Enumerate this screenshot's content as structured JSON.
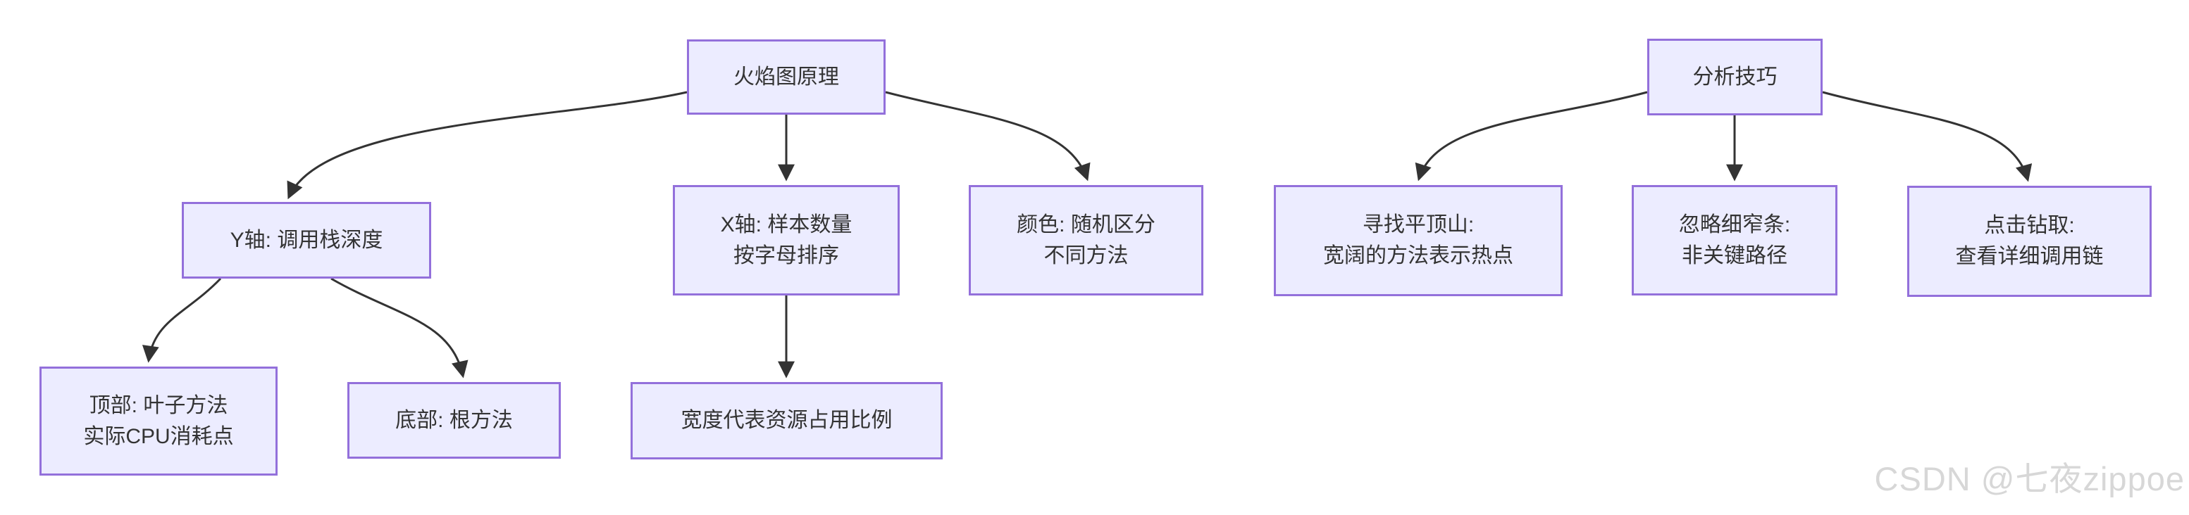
{
  "diagram": {
    "type": "flowchart-tree",
    "direction": "top-down",
    "trees": [
      {
        "root": "flame_root",
        "children_of_root": [
          "y_axis",
          "x_axis",
          "color_node"
        ]
      },
      {
        "root": "analysis_root",
        "children_of_root": [
          "plateau",
          "narrow",
          "drill"
        ]
      }
    ],
    "edges": [
      {
        "from": "flame_root",
        "to": "y_axis"
      },
      {
        "from": "flame_root",
        "to": "x_axis"
      },
      {
        "from": "flame_root",
        "to": "color_node"
      },
      {
        "from": "y_axis",
        "to": "top_leaf"
      },
      {
        "from": "y_axis",
        "to": "bottom_root"
      },
      {
        "from": "x_axis",
        "to": "width_ratio"
      },
      {
        "from": "analysis_root",
        "to": "plateau"
      },
      {
        "from": "analysis_root",
        "to": "narrow"
      },
      {
        "from": "analysis_root",
        "to": "drill"
      }
    ]
  },
  "nodes": {
    "flame_root": {
      "label": "火焰图原理"
    },
    "y_axis": {
      "label": "Y轴: 调用栈深度"
    },
    "x_axis": {
      "line1": "X轴: 样本数量",
      "line2": "按字母排序"
    },
    "color_node": {
      "line1": "颜色: 随机区分",
      "line2": "不同方法"
    },
    "top_leaf": {
      "line1": "顶部: 叶子方法",
      "line2": "实际CPU消耗点"
    },
    "bottom_root": {
      "label": "底部: 根方法"
    },
    "width_ratio": {
      "label": "宽度代表资源占用比例"
    },
    "analysis_root": {
      "label": "分析技巧"
    },
    "plateau": {
      "line1": "寻找平顶山:",
      "line2": "宽阔的方法表示热点"
    },
    "narrow": {
      "line1": "忽略细窄条:",
      "line2": "非关键路径"
    },
    "drill": {
      "line1": "点击钻取:",
      "line2": "查看详细调用链"
    }
  },
  "watermark": "CSDN @七夜zippoe",
  "colors": {
    "node_fill": "#ECECFF",
    "node_border": "#9370DB",
    "edge": "#333333",
    "text": "#333333",
    "watermark": "#d7d7d7",
    "background": "#ffffff"
  }
}
